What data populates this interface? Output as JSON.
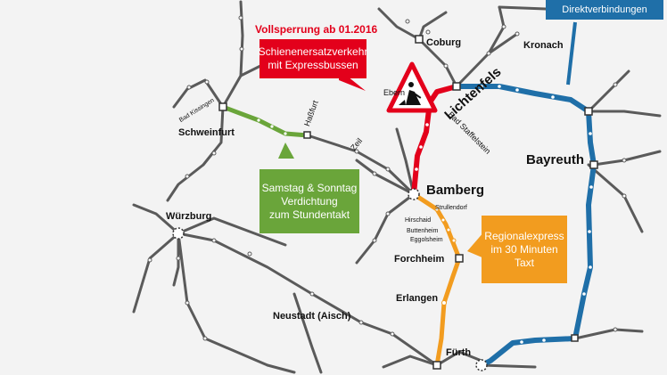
{
  "colors": {
    "network": "#5a5a5a",
    "blue": "#1f6fa8",
    "red": "#e3001b",
    "orange": "#f29c1f",
    "green": "#6aa53a",
    "background": "#f3f3f3"
  },
  "notices": {
    "closure_title": "Vollsperrung ab 01.2016",
    "rail_replacement": [
      "Schienenersatzverkehr",
      "mit Expressbussen"
    ],
    "weekend": [
      "Samstag & Sonntag",
      "Verdichtung",
      "zum Stundentakt"
    ],
    "regional_express": [
      "Regionalexpress",
      "im 30 Minuten",
      "Taxt"
    ],
    "direct": "Direktverbindungen"
  },
  "cities": {
    "coburg": "Coburg",
    "kronach": "Kronach",
    "lichtenfels": "Lichtenfels",
    "bad_staffelstein": "Bad Staffelstein",
    "ebern": "Ebern",
    "bayreuth": "Bayreuth",
    "bamberg": "Bamberg",
    "schweinfurt": "Schweinfurt",
    "hassfurt": "Haßfurt",
    "zeil": "Zeil",
    "bad_kissingen": "Bad Kissingen",
    "wuerzburg": "Würzburg",
    "strullendorf": "Strullendorf",
    "hirschaid": "Hirschaid",
    "buttenheim": "Buttenheim",
    "eggolsheim": "Eggolsheim",
    "forchheim": "Forchheim",
    "erlangen": "Erlangen",
    "neustadt": "Neustadt (Aisch)",
    "fuerth": "Fürth"
  },
  "icons": {
    "warning": "roadworks-warning-icon"
  }
}
